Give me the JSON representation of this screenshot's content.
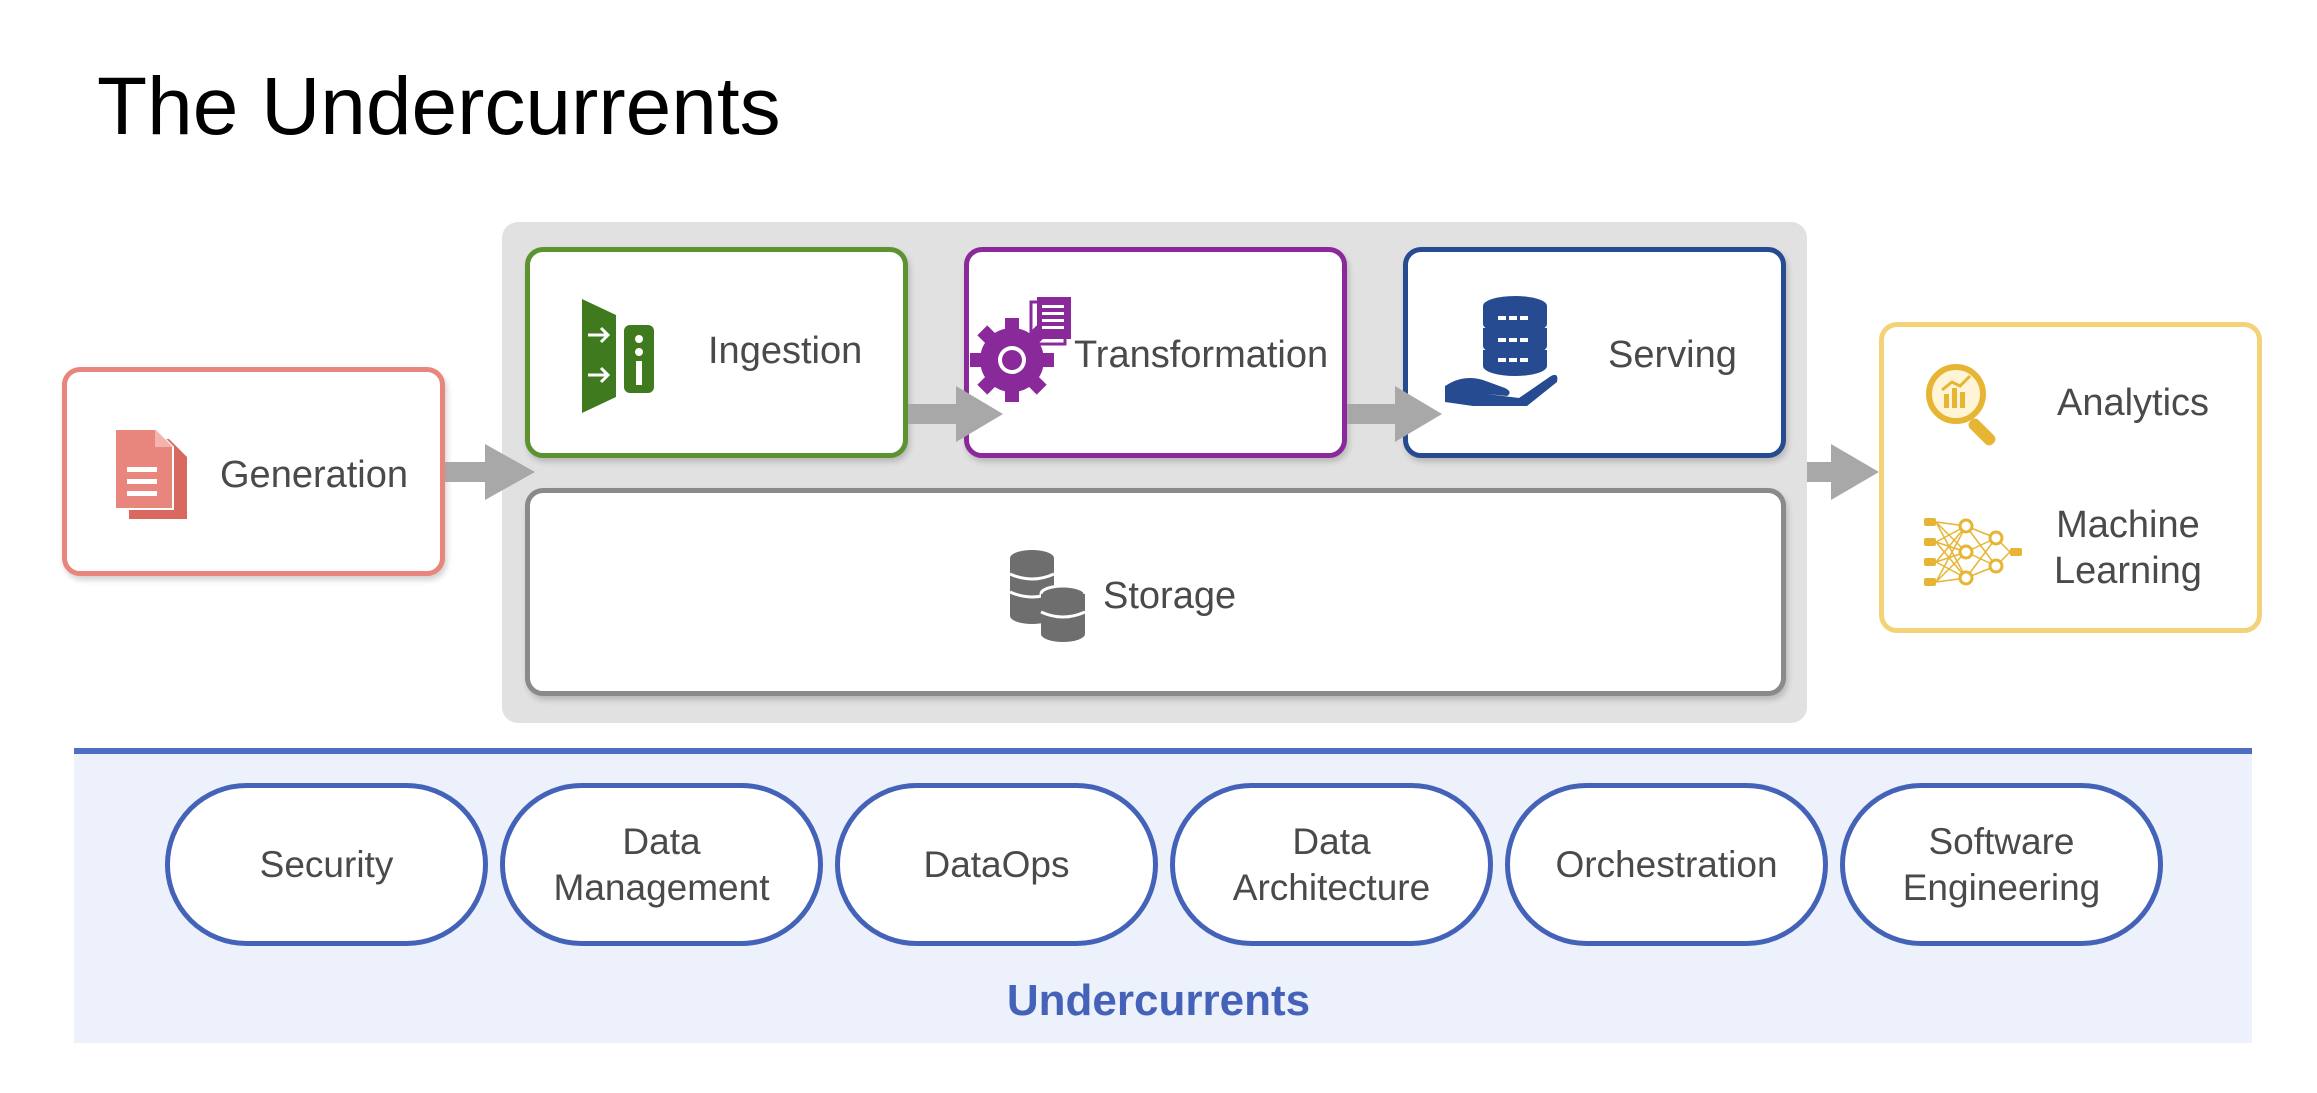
{
  "title": "The Undercurrents",
  "lifecycle": {
    "generation": {
      "label": "Generation",
      "icon": "document-icon",
      "color": "#e8867d"
    },
    "ingestion": {
      "label": "Ingestion",
      "icon": "ingestion-icon",
      "color": "#5d9230"
    },
    "transformation": {
      "label": "Transformation",
      "icon": "gear-document-icon",
      "color": "#8a2a9a"
    },
    "serving": {
      "label": "Serving",
      "icon": "database-hand-icon",
      "color": "#274b90"
    },
    "storage": {
      "label": "Storage",
      "icon": "database-stack-icon",
      "color": "#8a8a8a"
    }
  },
  "outputs": {
    "analytics": {
      "label": "Analytics",
      "icon": "magnifier-chart-icon"
    },
    "ml": {
      "line1": "Machine",
      "line2": "Learning",
      "icon": "neural-network-icon"
    },
    "color": "#f4d27a"
  },
  "undercurrents": {
    "items": [
      {
        "line1": "Security",
        "line2": ""
      },
      {
        "line1": "Data",
        "line2": "Management"
      },
      {
        "line1": "DataOps",
        "line2": ""
      },
      {
        "line1": "Data",
        "line2": "Architecture"
      },
      {
        "line1": "Orchestration",
        "line2": ""
      },
      {
        "line1": "Software",
        "line2": "Engineering"
      }
    ],
    "label": "Undercurrents",
    "color": "#4463b8"
  }
}
